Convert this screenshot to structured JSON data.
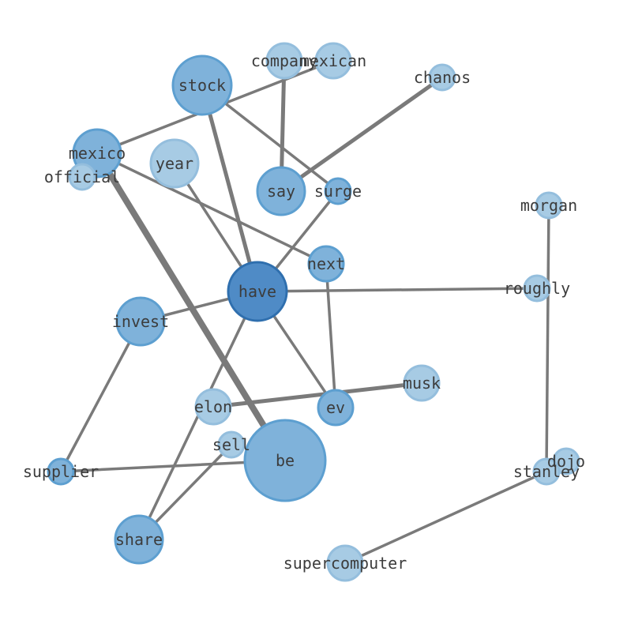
{
  "graph": {
    "nodes": [
      {
        "id": "company",
        "label": "company",
        "size": 2,
        "shade": "light"
      },
      {
        "id": "mexican",
        "label": "mexican",
        "size": 2,
        "shade": "light"
      },
      {
        "id": "chanos",
        "label": "chanos",
        "size": 1,
        "shade": "light"
      },
      {
        "id": "stock",
        "label": "stock",
        "size": 4,
        "shade": "mid"
      },
      {
        "id": "mexico",
        "label": "mexico",
        "size": 3,
        "shade": "mid"
      },
      {
        "id": "official",
        "label": "official",
        "size": 1,
        "shade": "light"
      },
      {
        "id": "year",
        "label": "year",
        "size": 3,
        "shade": "light"
      },
      {
        "id": "say",
        "label": "say",
        "size": 3,
        "shade": "mid"
      },
      {
        "id": "surge",
        "label": "surge",
        "size": 1,
        "shade": "mid"
      },
      {
        "id": "morgan",
        "label": "morgan",
        "size": 1,
        "shade": "light"
      },
      {
        "id": "next",
        "label": "next",
        "size": 2,
        "shade": "mid"
      },
      {
        "id": "have",
        "label": "have",
        "size": 5,
        "shade": "dark"
      },
      {
        "id": "roughly",
        "label": "roughly",
        "size": 1,
        "shade": "light"
      },
      {
        "id": "invest",
        "label": "invest",
        "size": 3,
        "shade": "mid"
      },
      {
        "id": "musk",
        "label": "musk",
        "size": 2,
        "shade": "light"
      },
      {
        "id": "elon",
        "label": "elon",
        "size": 2,
        "shade": "light"
      },
      {
        "id": "ev",
        "label": "ev",
        "size": 2,
        "shade": "mid"
      },
      {
        "id": "sell",
        "label": "sell",
        "size": 1,
        "shade": "light"
      },
      {
        "id": "be",
        "label": "be",
        "size": 6,
        "shade": "mid"
      },
      {
        "id": "dojo",
        "label": "dojo",
        "size": 1,
        "shade": "light"
      },
      {
        "id": "stanley",
        "label": "stanley",
        "size": 1,
        "shade": "light"
      },
      {
        "id": "supplier",
        "label": "supplier",
        "size": 1,
        "shade": "mid"
      },
      {
        "id": "share",
        "label": "share",
        "size": 3,
        "shade": "mid"
      },
      {
        "id": "supercomputer",
        "label": "supercomputer",
        "size": 2,
        "shade": "light"
      }
    ],
    "edges": [
      {
        "source": "company",
        "target": "say",
        "weight": 3
      },
      {
        "source": "mexican",
        "target": "mexico",
        "weight": 2
      },
      {
        "source": "chanos",
        "target": "say",
        "weight": 3
      },
      {
        "source": "stock",
        "target": "have",
        "weight": 3
      },
      {
        "source": "stock",
        "target": "surge",
        "weight": 2
      },
      {
        "source": "mexico",
        "target": "be",
        "weight": 4
      },
      {
        "source": "mexico",
        "target": "next",
        "weight": 2
      },
      {
        "source": "year",
        "target": "have",
        "weight": 2
      },
      {
        "source": "surge",
        "target": "have",
        "weight": 2
      },
      {
        "source": "next",
        "target": "ev",
        "weight": 2
      },
      {
        "source": "have",
        "target": "roughly",
        "weight": 2
      },
      {
        "source": "have",
        "target": "invest",
        "weight": 2
      },
      {
        "source": "have",
        "target": "ev",
        "weight": 2
      },
      {
        "source": "have",
        "target": "share",
        "weight": 2
      },
      {
        "source": "invest",
        "target": "supplier",
        "weight": 2
      },
      {
        "source": "musk",
        "target": "elon",
        "weight": 3
      },
      {
        "source": "sell",
        "target": "share",
        "weight": 2
      },
      {
        "source": "supplier",
        "target": "be",
        "weight": 2
      },
      {
        "source": "morgan",
        "target": "stanley",
        "weight": 2
      },
      {
        "source": "stanley",
        "target": "supercomputer",
        "weight": 2
      }
    ]
  },
  "colors": {
    "light": "#a7cbe4",
    "mid": "#7fb2da",
    "dark": "#4f8bc6",
    "light_stroke": "#94bedd",
    "mid_stroke": "#5d9fd0",
    "dark_stroke": "#2f6fae",
    "edge": "#7a7a7a",
    "label": "#3c3c3c"
  }
}
